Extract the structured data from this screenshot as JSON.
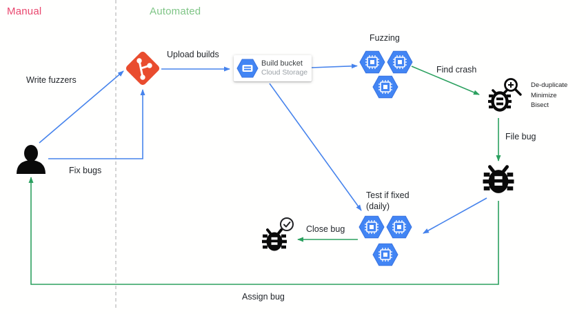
{
  "diagram": {
    "title_implicit": "Fuzzing workflow",
    "sections": {
      "manual": "Manual",
      "automated": "Automated"
    },
    "labels": {
      "write_fuzzers": "Write fuzzers",
      "fix_bugs": "Fix bugs",
      "upload_builds": "Upload builds",
      "fuzzing": "Fuzzing",
      "find_crash": "Find crash",
      "file_bug": "File bug",
      "test_if_fixed_line1": "Test if fixed",
      "test_if_fixed_line2": "(daily)",
      "close_bug": "Close bug",
      "assign_bug": "Assign bug"
    },
    "dedupe_steps": {
      "line1": "De-duplicate",
      "line2": "Minimize",
      "line3": "Bisect"
    },
    "build_bucket": {
      "title": "Build bucket",
      "subtitle": "Cloud Storage"
    },
    "icons": {
      "person": "person-icon",
      "git": "git-branch-icon",
      "storage": "cloud-storage-hexagon-icon",
      "compute": "compute-hexagon-icon",
      "bug": "bug-icon",
      "bug_magnifier": "magnifier-plus-icon",
      "bug_check": "check-circle-icon"
    },
    "colors": {
      "manual_label": "#E9476E",
      "automated_label": "#7FC586",
      "arrow_blue": "#4683EC",
      "arrow_green": "#2BA05F",
      "git_red": "#E94C2E",
      "hexagon_blue": "#4285F4",
      "hexagon_border": "#3973E0",
      "icon_black": "#0a0a0a",
      "divider_gray": "#b8b8b8"
    }
  }
}
